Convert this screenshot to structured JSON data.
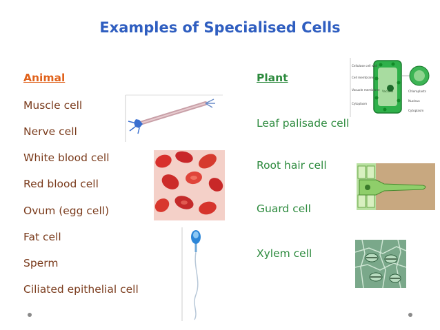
{
  "title": "Examples of Specialised Cells",
  "animal": {
    "heading": "Animal",
    "items": [
      "Muscle cell",
      "Nerve cell",
      "White blood cell",
      "Red blood cell",
      "Ovum (egg cell)",
      "Fat cell",
      "Sperm",
      "Ciliated epithelial cell"
    ]
  },
  "plant": {
    "heading": "Plant",
    "items": [
      "Leaf palisade cell",
      "Root hair cell",
      "Guard cell",
      "Xylem cell"
    ]
  },
  "diagram_labels": [
    "Cellulose cell wall",
    "Cell membrane",
    "Vacuole membrane",
    "Vacuole",
    "Chloroplasts",
    "Nucleus",
    "Cytoplasm",
    "Cytoplasm"
  ],
  "colors": {
    "title": "#2f5ec0",
    "animal_heading": "#e0621b",
    "plant_text": "#2c8a3d",
    "animal_text": "#7a3b1c"
  }
}
